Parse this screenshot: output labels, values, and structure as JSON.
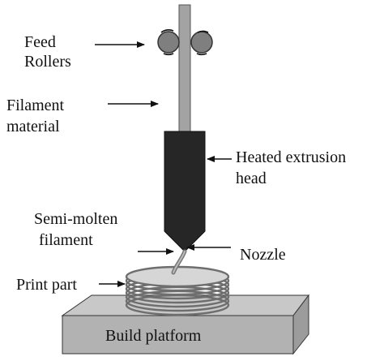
{
  "labels": {
    "feed_rollers": [
      "Feed",
      "Rollers"
    ],
    "filament_material": [
      "Filament",
      "material"
    ],
    "heated_extrusion_head": [
      "Heated extrusion",
      "head"
    ],
    "semi_molten_filament": [
      "Semi-molten",
      "filament"
    ],
    "nozzle": "Nozzle",
    "print_part": "Print part",
    "build_platform": "Build platform"
  },
  "colors": {
    "filament": "#a3a3a3",
    "extrusion_head": "#262626",
    "platform_top": "#c8c8c8",
    "platform_front": "#b2b2b2",
    "platform_side": "#9c9c9c",
    "print_part": "#8c8c8c",
    "roller": "#7f7f7f"
  }
}
